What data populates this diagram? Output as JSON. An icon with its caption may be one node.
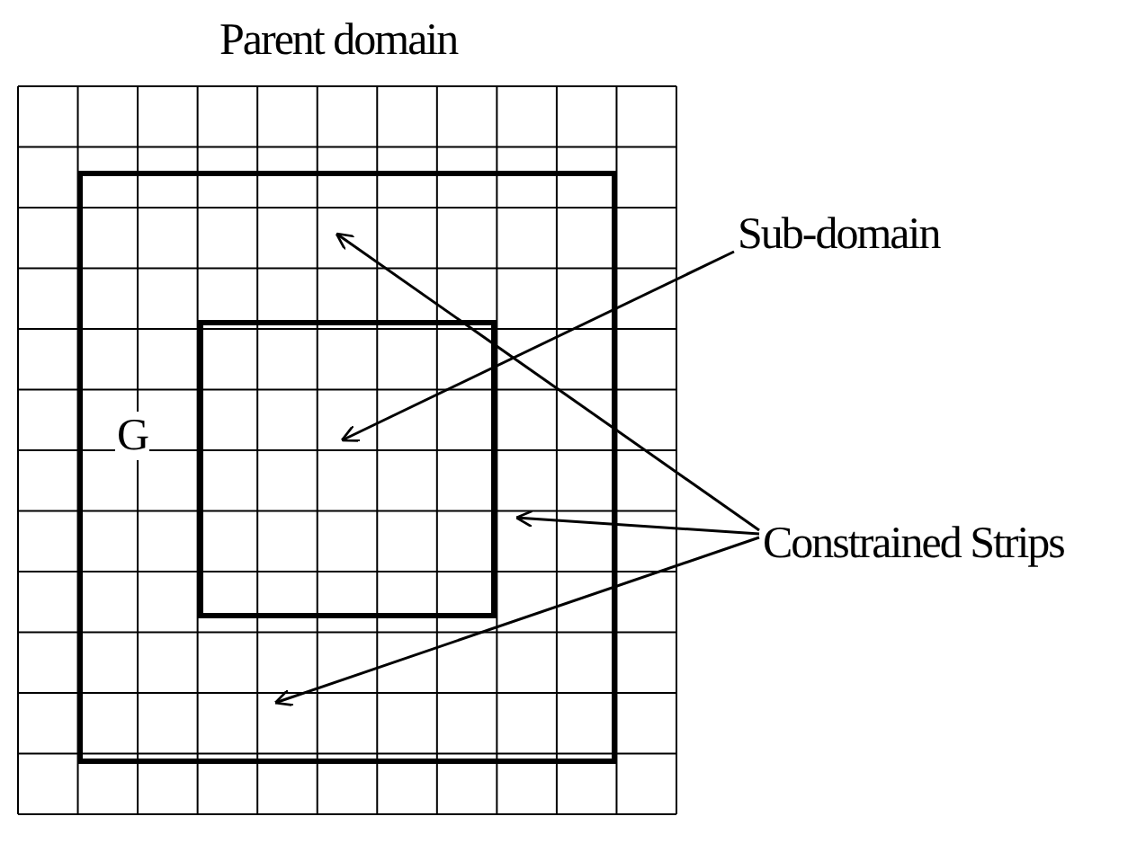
{
  "diagram": {
    "nodes": [
      {
        "text": [
          "Parent domain"
        ]
      },
      {
        "text": [
          "G"
        ],
        "in": 0
      },
      {
        "text": [],
        "shape": "box",
        "in": 1
      },
      {
        "text": [
          "Sub-domain"
        ]
      },
      {
        "text": [
          "Constrained Strips"
        ]
      }
    ],
    "edges": [
      {
        "from": 3,
        "to": 2,
        "arrow": "to"
      },
      {
        "from": 4,
        "to": 1,
        "arrow": "to"
      },
      {
        "from": 4,
        "to": 1,
        "arrow": "to"
      },
      {
        "from": 4,
        "to": 1,
        "arrow": "to"
      }
    ]
  }
}
